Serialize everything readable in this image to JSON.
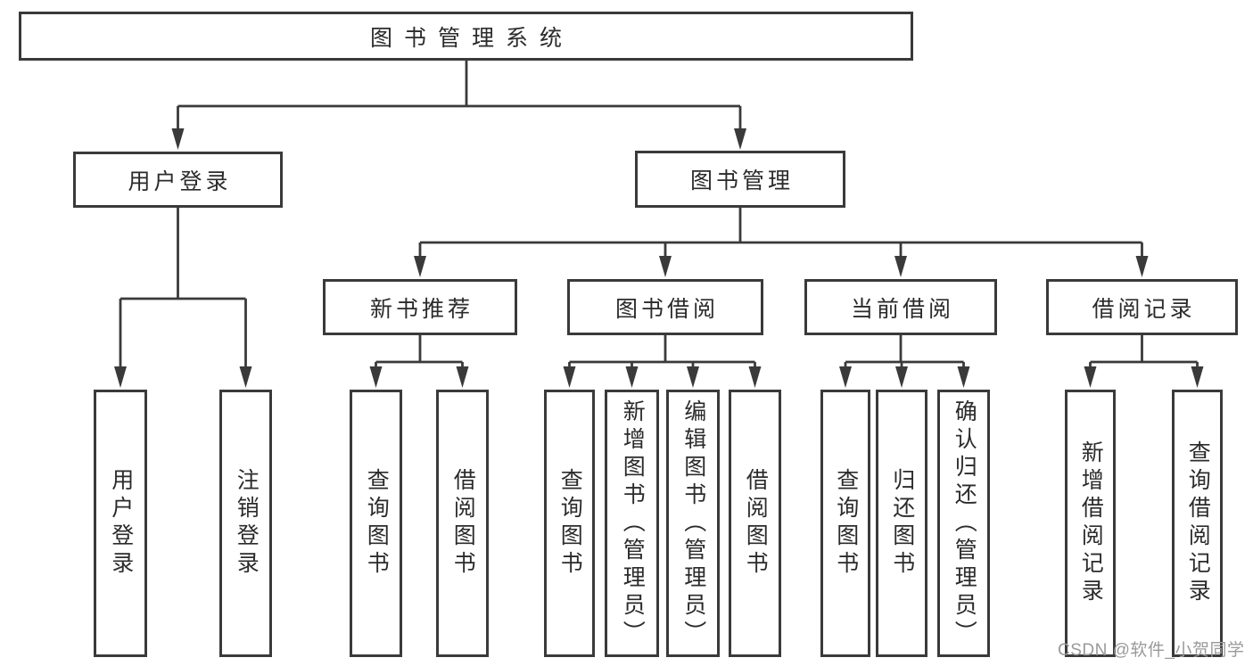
{
  "diagram": {
    "title": {
      "label": "图书管理系统"
    },
    "level2": [
      {
        "label": "用户登录"
      },
      {
        "label": "图书管理"
      }
    ],
    "level3": [
      {
        "label": "新书推荐"
      },
      {
        "label": "图书借阅"
      },
      {
        "label": "当前借阅"
      },
      {
        "label": "借阅记录"
      }
    ],
    "leaves": [
      {
        "label": "用户登录"
      },
      {
        "label": "注销登录"
      },
      {
        "label": "查询图书"
      },
      {
        "label": "借阅图书"
      },
      {
        "label": "查询图书"
      },
      {
        "label": "新增图书（管理员）"
      },
      {
        "label": "编辑图书（管理员）"
      },
      {
        "label": "借阅图书"
      },
      {
        "label": "查询图书"
      },
      {
        "label": "归还图书"
      },
      {
        "label": "确认归还（管理员）"
      },
      {
        "label": "新增借阅记录"
      },
      {
        "label": "查询借阅记录"
      }
    ],
    "watermark": "CSDN @软件_小贺同学",
    "colors": {
      "line": "#3a3a3a",
      "text": "#2b2b2b",
      "watermark": "#9a9a9a",
      "background": "#ffffff"
    }
  }
}
